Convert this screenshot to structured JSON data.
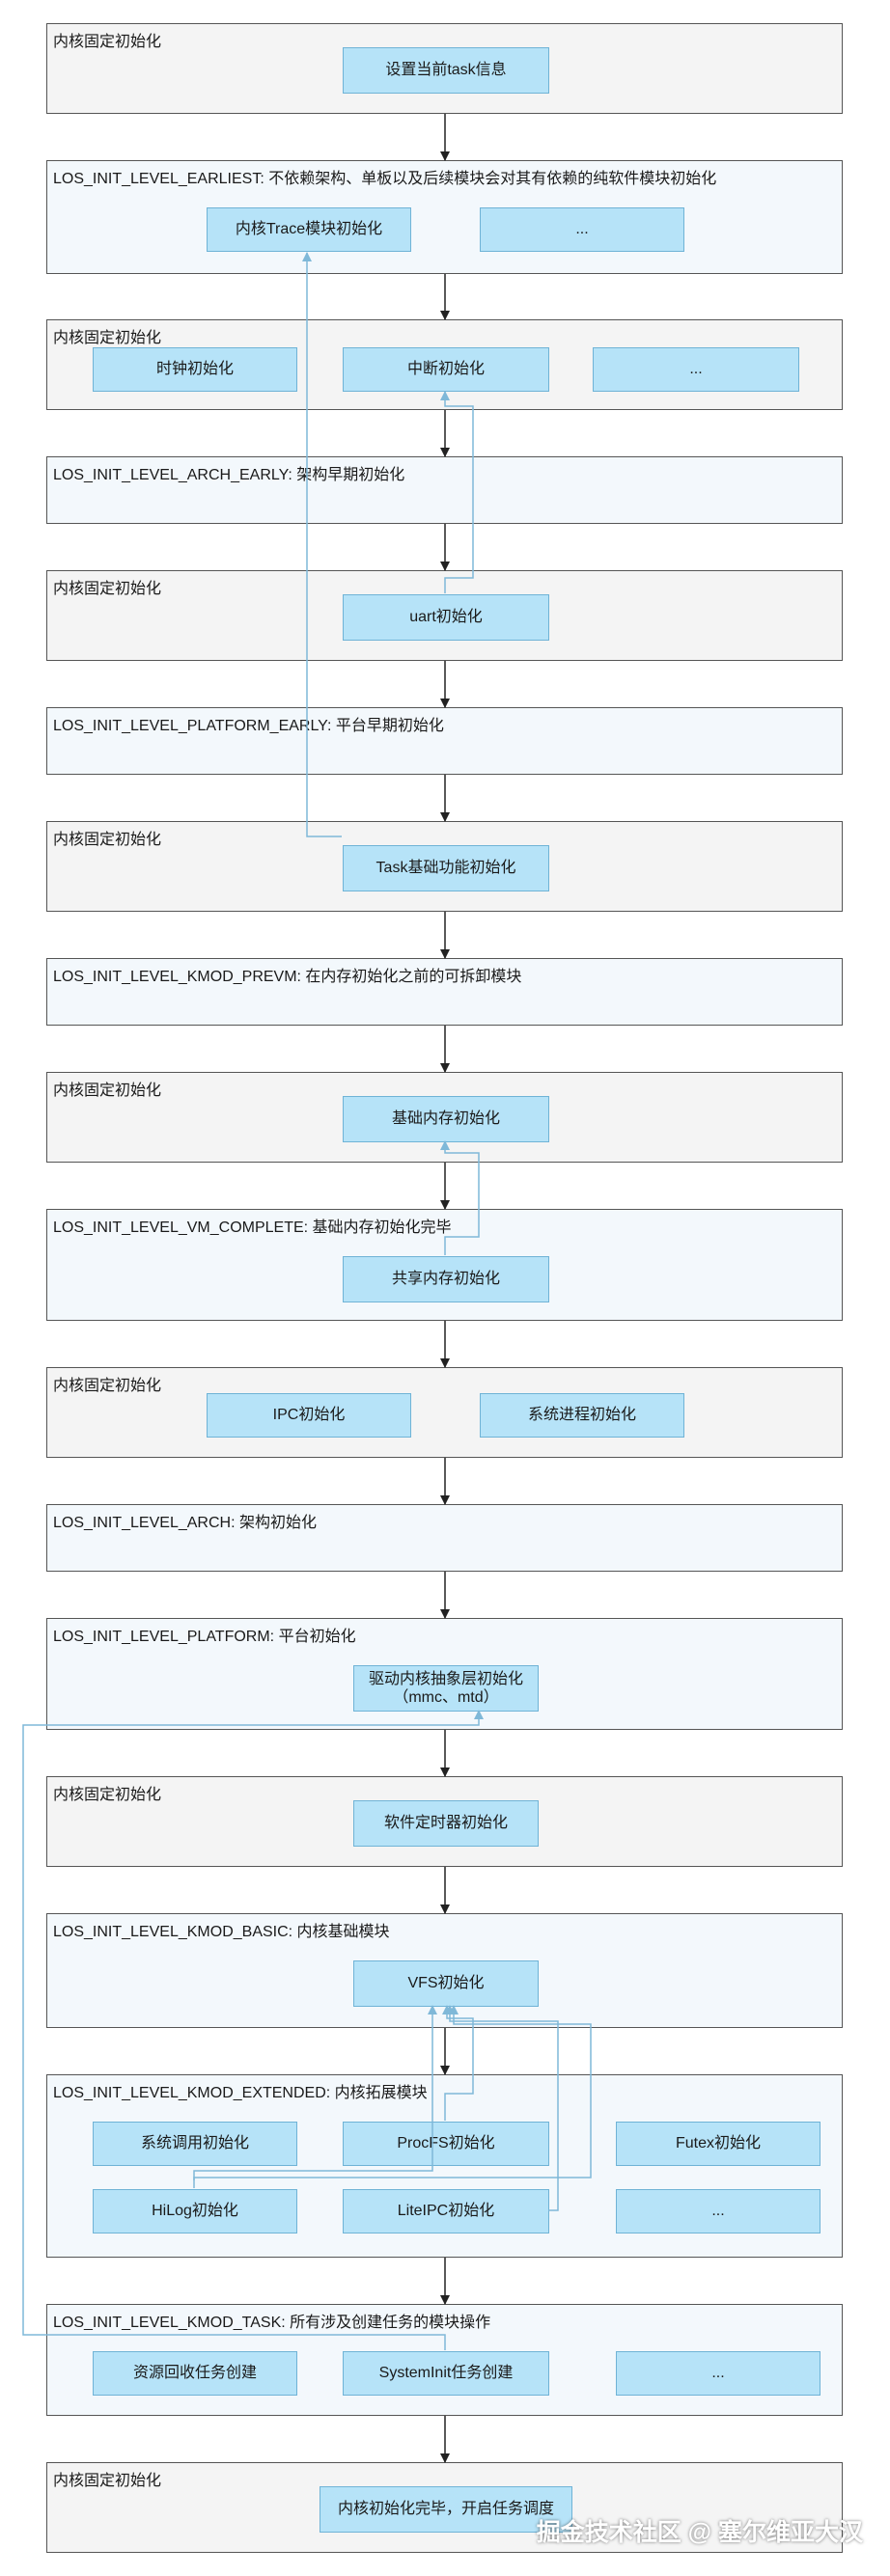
{
  "stages": [
    {
      "label": "内核固定初始化",
      "kind": "fixed",
      "boxes": [
        "设置当前task信息"
      ]
    },
    {
      "label": "LOS_INIT_LEVEL_EARLIEST: 不依赖架构、单板以及后续模块会对其有依赖的纯软件模块初始化",
      "kind": "level",
      "boxes": [
        "内核Trace模块初始化",
        "..."
      ]
    },
    {
      "label": "内核固定初始化",
      "kind": "fixed",
      "boxes": [
        "时钟初始化",
        "中断初始化",
        "..."
      ]
    },
    {
      "label": "LOS_INIT_LEVEL_ARCH_EARLY: 架构早期初始化",
      "kind": "level",
      "boxes": []
    },
    {
      "label": "内核固定初始化",
      "kind": "fixed",
      "boxes": [
        "uart初始化"
      ]
    },
    {
      "label": "LOS_INIT_LEVEL_PLATFORM_EARLY: 平台早期初始化",
      "kind": "level",
      "boxes": []
    },
    {
      "label": "内核固定初始化",
      "kind": "fixed",
      "boxes": [
        "Task基础功能初始化"
      ]
    },
    {
      "label": "LOS_INIT_LEVEL_KMOD_PREVM: 在内存初始化之前的可拆卸模块",
      "kind": "level",
      "boxes": []
    },
    {
      "label": "内核固定初始化",
      "kind": "fixed",
      "boxes": [
        "基础内存初始化"
      ]
    },
    {
      "label": "LOS_INIT_LEVEL_VM_COMPLETE: 基础内存初始化完毕",
      "kind": "level",
      "boxes": [
        "共享内存初始化"
      ]
    },
    {
      "label": "内核固定初始化",
      "kind": "fixed",
      "boxes": [
        "IPC初始化",
        "系统进程初始化"
      ]
    },
    {
      "label": "LOS_INIT_LEVEL_ARCH: 架构初始化",
      "kind": "level",
      "boxes": []
    },
    {
      "label": "LOS_INIT_LEVEL_PLATFORM: 平台初始化",
      "kind": "level",
      "boxes": [
        "驱动内核抽象层初始化\n（mmc、mtd）"
      ]
    },
    {
      "label": "内核固定初始化",
      "kind": "fixed",
      "boxes": [
        "软件定时器初始化"
      ]
    },
    {
      "label": "LOS_INIT_LEVEL_KMOD_BASIC: 内核基础模块",
      "kind": "level",
      "boxes": [
        "VFS初始化"
      ]
    },
    {
      "label": "LOS_INIT_LEVEL_KMOD_EXTENDED: 内核拓展模块",
      "kind": "level",
      "boxes": [
        "系统调用初始化",
        "ProcFS初始化",
        "Futex初始化",
        "HiLog初始化",
        "LiteIPC初始化",
        "..."
      ]
    },
    {
      "label": "LOS_INIT_LEVEL_KMOD_TASK: 所有涉及创建任务的模块操作",
      "kind": "level",
      "boxes": [
        "资源回收任务创建",
        "SystemInit任务创建",
        "..."
      ]
    },
    {
      "label": "内核固定初始化",
      "kind": "fixed",
      "boxes": [
        "内核初始化完毕，开启任务调度"
      ]
    }
  ],
  "watermark": "掘金技术社区 @ 塞尔维亚大汉",
  "colors": {
    "flow_arrow": "#222222",
    "dependency_line": "#7fb8d8",
    "box_fill": "#b6e3f8",
    "box_border": "#6fb3d6",
    "fixed_stage_fill": "#f4f4f4",
    "level_stage_fill": "#f3f8fc"
  }
}
